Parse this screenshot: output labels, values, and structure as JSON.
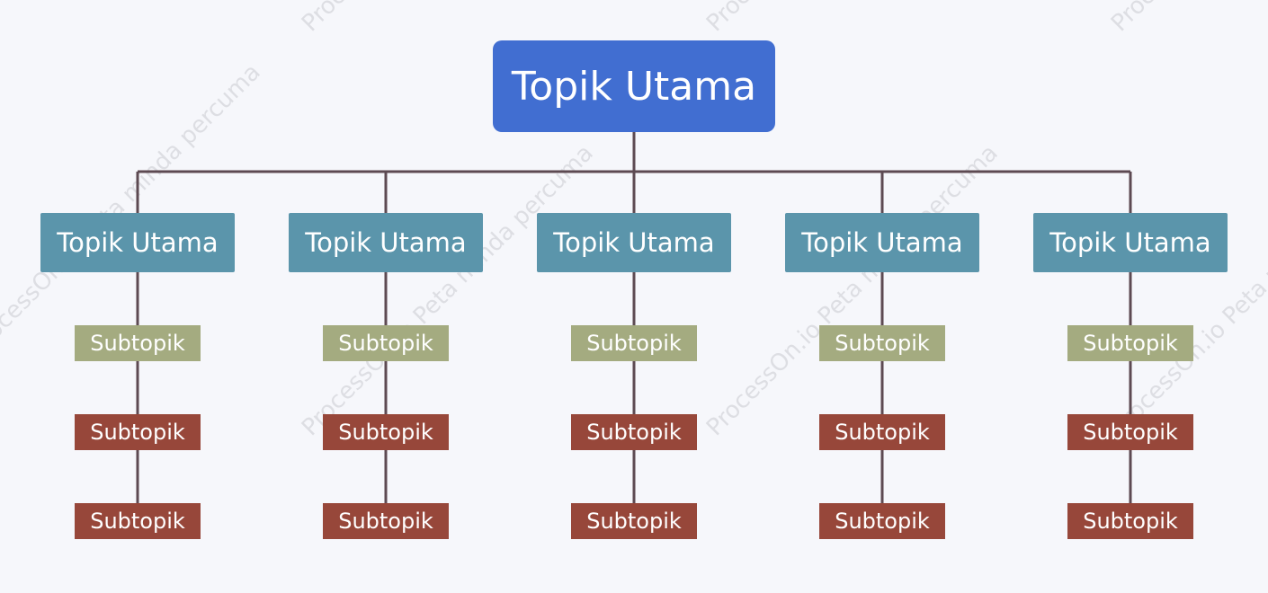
{
  "colors": {
    "root_fill": "#416ed1",
    "topic_fill": "#5b95ab",
    "subtopic_green": "#a4ab80",
    "subtopic_red": "#97473a",
    "connector": "#5d4a52",
    "background": "#f6f7fb"
  },
  "watermark": "ProcessOn.io Peta minda percuma",
  "root": {
    "label": "Topik Utama"
  },
  "topics": [
    {
      "label": "Topik Utama",
      "subtopics": [
        {
          "label": "Subtopik",
          "style": "green"
        },
        {
          "label": "Subtopik",
          "style": "red"
        },
        {
          "label": "Subtopik",
          "style": "red"
        }
      ]
    },
    {
      "label": "Topik Utama",
      "subtopics": [
        {
          "label": "Subtopik",
          "style": "green"
        },
        {
          "label": "Subtopik",
          "style": "red"
        },
        {
          "label": "Subtopik",
          "style": "red"
        }
      ]
    },
    {
      "label": "Topik Utama",
      "subtopics": [
        {
          "label": "Subtopik",
          "style": "green"
        },
        {
          "label": "Subtopik",
          "style": "red"
        },
        {
          "label": "Subtopik",
          "style": "red"
        }
      ]
    },
    {
      "label": "Topik Utama",
      "subtopics": [
        {
          "label": "Subtopik",
          "style": "green"
        },
        {
          "label": "Subtopik",
          "style": "red"
        },
        {
          "label": "Subtopik",
          "style": "red"
        }
      ]
    },
    {
      "label": "Topik Utama",
      "subtopics": [
        {
          "label": "Subtopik",
          "style": "green"
        },
        {
          "label": "Subtopik",
          "style": "red"
        },
        {
          "label": "Subtopik",
          "style": "red"
        }
      ]
    }
  ]
}
